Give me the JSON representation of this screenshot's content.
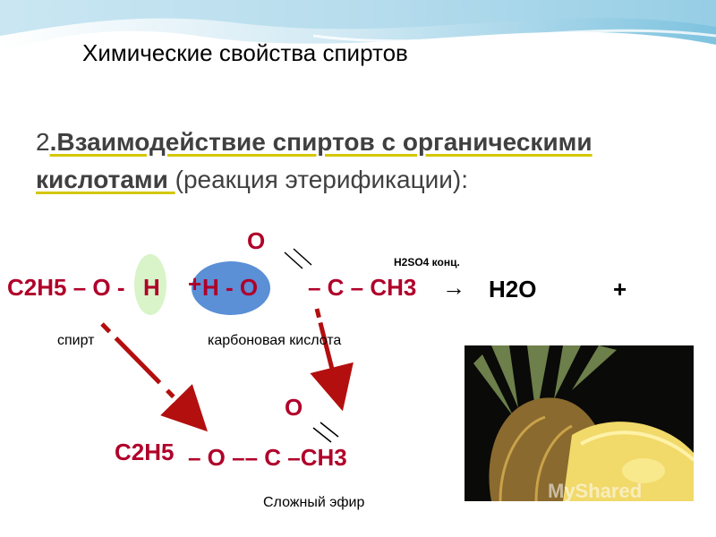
{
  "slide": {
    "title": "Химические свойства спиртов",
    "subtitle_number": "2",
    "subtitle_emphasis": ".Взаимодействие спиртов с органическими кислотами ",
    "subtitle_rest": "(реакция этерификации):"
  },
  "reaction": {
    "reactant1": "C2H5 – O -",
    "reactant1_h": "H",
    "plus": "+",
    "reactant2_head": "H - O",
    "reactant2_tail": "– C – CH3",
    "oxygen_top": "O",
    "catalyst": "H2SO4 конц.",
    "arrow": "→",
    "product_water": "H2O",
    "product_plus": "+",
    "label_alcohol": "спирт",
    "label_acid": "карбоновая кислота"
  },
  "ester": {
    "ethyl": "C2H5",
    "chain": "– O –– C –CH3",
    "oxygen_top": "O",
    "label": "Сложный эфир"
  },
  "watermark": "MyShared",
  "colors": {
    "wave_light": "#cfe8f3",
    "wave_mid": "#7ec3df",
    "highlight_green": "#d8f4c8",
    "highlight_blue": "#5b8fd6",
    "arrow_red": "#b30f0f",
    "underline": "#d4c700"
  }
}
